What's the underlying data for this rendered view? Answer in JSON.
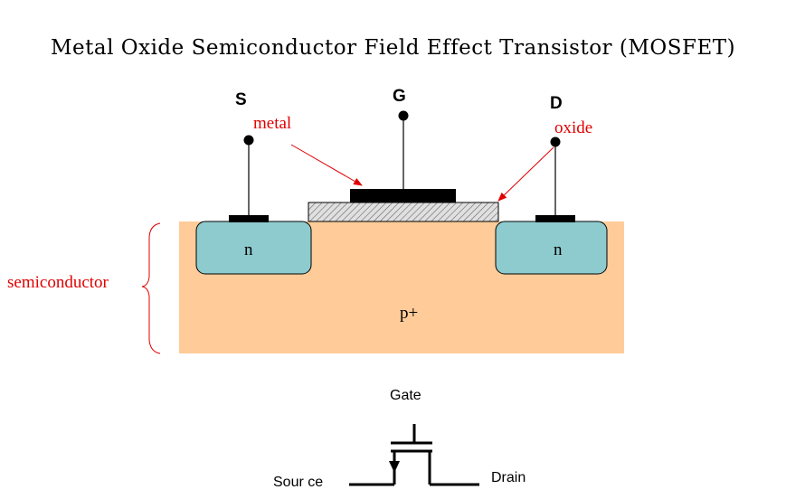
{
  "title": "Metal Oxide Semiconductor Field Effect Transistor (MOSFET)",
  "terminals": {
    "source": "S",
    "gate": "G",
    "drain": "D"
  },
  "annotations": {
    "metal": "metal",
    "oxide": "oxide",
    "semiconductor": "semiconductor"
  },
  "regions": {
    "n_left": "n",
    "n_right": "n",
    "substrate": "p+"
  },
  "symbol": {
    "gate": "Gate",
    "source": "Sour ce",
    "drain": "Drain"
  },
  "colors": {
    "substrate": "#ffcc99",
    "n_well": "#8ecbcf",
    "metal": "#000000",
    "annotation": "#e00000"
  }
}
